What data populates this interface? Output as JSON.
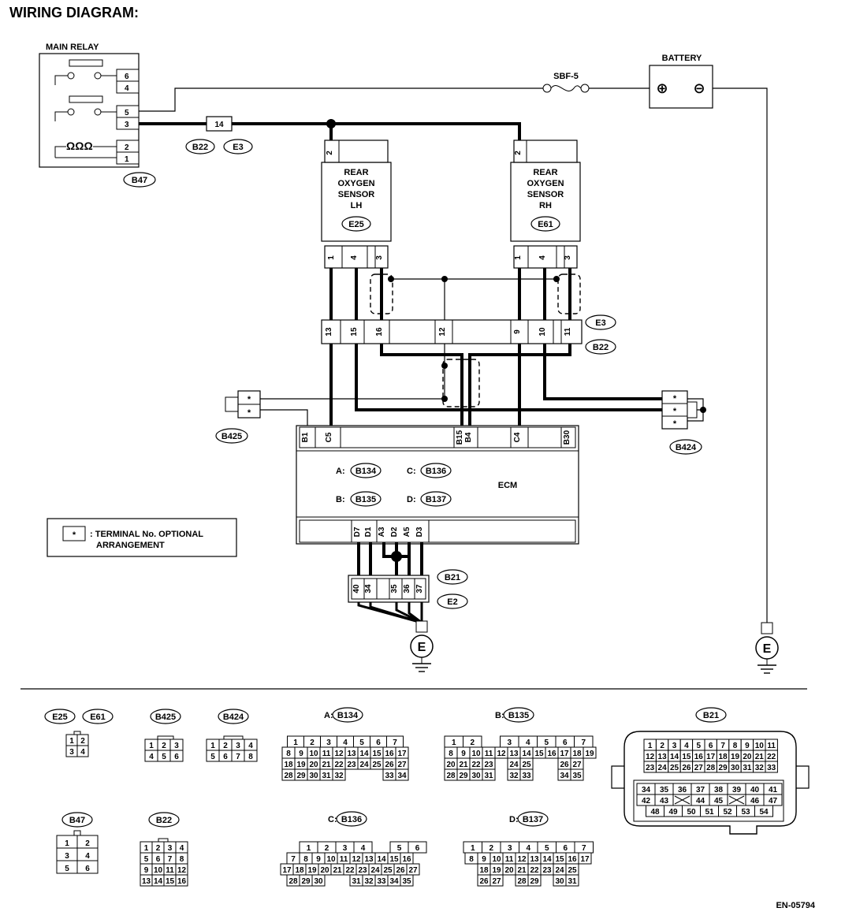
{
  "page_title": "WIRING DIAGRAM:",
  "main_relay": {
    "label": "MAIN RELAY",
    "pins": [
      "6",
      "4",
      "5",
      "3",
      "2",
      "1"
    ],
    "connector": "B47",
    "coil": "ΩΩΩ"
  },
  "battery": {
    "label": "BATTERY",
    "plus": "⊕",
    "minus": "⊖"
  },
  "fuse": {
    "label": "SBF-5"
  },
  "joint": {
    "pin": "14",
    "connectors": [
      "B22",
      "E3"
    ]
  },
  "sensor_lh": {
    "name_lines": [
      "REAR",
      "OXYGEN",
      "SENSOR",
      "LH"
    ],
    "connector": "E25",
    "top_pin": "2",
    "bottom_pins": [
      "1",
      "4",
      "3"
    ]
  },
  "sensor_rh": {
    "name_lines": [
      "REAR",
      "OXYGEN",
      "SENSOR",
      "RH"
    ],
    "connector": "E61",
    "top_pin": "2",
    "bottom_pins": [
      "1",
      "4",
      "3"
    ]
  },
  "harness_connector": {
    "pins": [
      "13",
      "15",
      "16",
      "12",
      "9",
      "10",
      "11"
    ],
    "labels": [
      "E3",
      "B22"
    ]
  },
  "b425": {
    "pin": "*",
    "connector": "B425"
  },
  "b424": {
    "pin": "*",
    "connector": "B424"
  },
  "ecm": {
    "label": "ECM",
    "top_pins": [
      "B1",
      "C5",
      "B15",
      "B4",
      "C4",
      "B30"
    ],
    "bottom_pins": [
      "D7",
      "D1",
      "A3",
      "D2",
      "A5",
      "D3"
    ],
    "connectors": [
      {
        "prefix": "A:",
        "name": "B134"
      },
      {
        "prefix": "C:",
        "name": "B136"
      },
      {
        "prefix": "B:",
        "name": "B135"
      },
      {
        "prefix": "D:",
        "name": "B137"
      }
    ]
  },
  "b21_joint": {
    "pins": [
      "40",
      "34",
      "",
      "35",
      "36",
      "37"
    ],
    "labels": [
      "B21",
      "E2"
    ]
  },
  "ground_label": "E",
  "legend": {
    "symbol": "*",
    "text_line1": ": TERMINAL No. OPTIONAL",
    "text_line2": "ARRANGEMENT"
  },
  "connector_views": {
    "e25_e61": {
      "labels": [
        "E25",
        "E61"
      ],
      "rows": [
        [
          "1",
          "2"
        ],
        [
          "3",
          "4"
        ]
      ]
    },
    "b425": {
      "label": "B425",
      "rows": [
        [
          "1",
          "2",
          "3"
        ],
        [
          "4",
          "5",
          "6"
        ]
      ]
    },
    "b424": {
      "label": "B424",
      "rows": [
        [
          "1",
          "2",
          "3",
          "4"
        ],
        [
          "5",
          "6",
          "7",
          "8"
        ]
      ]
    },
    "b134": {
      "prefix": "A:",
      "label": "B134",
      "rows": [
        [
          "1",
          "2",
          "3",
          "4",
          "5",
          "6",
          "7"
        ],
        [
          "8",
          "9",
          "10",
          "11",
          "12",
          "13",
          "14",
          "15",
          "16",
          "17"
        ],
        [
          "18",
          "19",
          "20",
          "21",
          "22",
          "23",
          "24",
          "25",
          "26",
          "27"
        ],
        [
          "28",
          "29",
          "30",
          "31",
          "32",
          "",
          "",
          "",
          "33",
          "34"
        ]
      ]
    },
    "b135": {
      "prefix": "B:",
      "label": "B135",
      "rows": [
        [
          "1",
          "2",
          "",
          "3",
          "4",
          "5",
          "6",
          "7"
        ],
        [
          "8",
          "9",
          "10",
          "11",
          "12",
          "13",
          "14",
          "15",
          "16",
          "17",
          "18",
          "19"
        ],
        [
          "20",
          "21",
          "22",
          "23",
          "",
          "24",
          "25",
          "",
          "",
          "26",
          "27"
        ],
        [
          "28",
          "29",
          "30",
          "31",
          "",
          "32",
          "33",
          "",
          "",
          "34",
          "35"
        ]
      ]
    },
    "b21": {
      "label": "B21",
      "rows": [
        [
          "1",
          "2",
          "3",
          "4",
          "5",
          "6",
          "7",
          "8",
          "9",
          "10",
          "11"
        ],
        [
          "12",
          "13",
          "14",
          "15",
          "16",
          "17",
          "18",
          "19",
          "20",
          "21",
          "22"
        ],
        [
          "23",
          "24",
          "25",
          "26",
          "27",
          "28",
          "29",
          "30",
          "31",
          "32",
          "33"
        ],
        [
          "34",
          "35",
          "36",
          "37",
          "38",
          "39",
          "40",
          "41"
        ],
        [
          "42",
          "43",
          "X",
          "44",
          "45",
          "X",
          "46",
          "47"
        ],
        [
          "48",
          "49",
          "50",
          "51",
          "52",
          "53",
          "54"
        ]
      ]
    },
    "b47": {
      "label": "B47",
      "rows": [
        [
          "1",
          "2"
        ],
        [
          "3",
          "4"
        ],
        [
          "5",
          "6"
        ]
      ]
    },
    "b22": {
      "label": "B22",
      "rows": [
        [
          "1",
          "2",
          "3",
          "4"
        ],
        [
          "5",
          "6",
          "7",
          "8"
        ],
        [
          "9",
          "10",
          "11",
          "12"
        ],
        [
          "13",
          "14",
          "15",
          "16"
        ]
      ]
    },
    "b136": {
      "prefix": "C:",
      "label": "B136",
      "rows": [
        [
          "1",
          "2",
          "3",
          "4",
          "",
          "5",
          "6"
        ],
        [
          "7",
          "8",
          "9",
          "10",
          "11",
          "12",
          "13",
          "14",
          "15",
          "16"
        ],
        [
          "17",
          "18",
          "19",
          "20",
          "21",
          "22",
          "23",
          "24",
          "25",
          "26",
          "27"
        ],
        [
          "28",
          "29",
          "30",
          "",
          "",
          "31",
          "32",
          "33",
          "34",
          "35"
        ]
      ]
    },
    "b137": {
      "prefix": "D:",
      "label": "B137",
      "rows": [
        [
          "1",
          "2",
          "3",
          "4",
          "5",
          "6",
          "7"
        ],
        [
          "8",
          "9",
          "10",
          "11",
          "12",
          "13",
          "14",
          "15",
          "16",
          "17"
        ],
        [
          "18",
          "19",
          "20",
          "21",
          "22",
          "23",
          "24",
          "25"
        ],
        [
          "26",
          "27",
          "",
          "28",
          "29",
          "",
          "30",
          "31"
        ]
      ]
    }
  },
  "figure_code": "EN-05794"
}
